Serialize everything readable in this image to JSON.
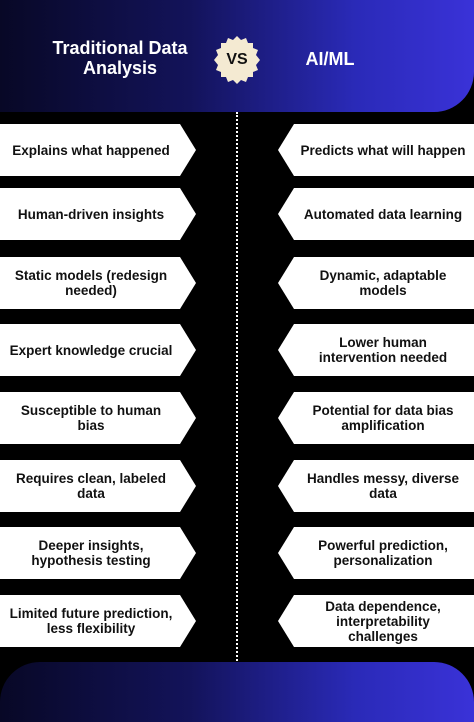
{
  "header": {
    "left_title": "Traditional Data Analysis",
    "right_title": "AI/ML",
    "vs_label": "VS"
  },
  "rows": [
    {
      "left": "Explains what happened",
      "right": "Predicts what will happen"
    },
    {
      "left": "Human-driven insights",
      "right": "Automated data learning"
    },
    {
      "left": "Static models (redesign needed)",
      "right": "Dynamic, adaptable models"
    },
    {
      "left": "Expert knowledge crucial",
      "right": "Lower human intervention needed"
    },
    {
      "left": "Susceptible to human bias",
      "right": "Potential for data bias amplification"
    },
    {
      "left": "Requires clean, labeled data",
      "right": "Handles messy, diverse data"
    },
    {
      "left": "Deeper insights, hypothesis testing",
      "right": "Powerful prediction, personalization"
    },
    {
      "left": "Limited future prediction, less flexibility",
      "right": "Data dependence, interpretability challenges"
    }
  ],
  "colors": {
    "background": "#000000",
    "gradient_start": "#080826",
    "gradient_end": "#3a32d8",
    "badge": "#f4ead2",
    "card": "#ffffff",
    "text_dark": "#111111",
    "text_light": "#ffffff"
  }
}
